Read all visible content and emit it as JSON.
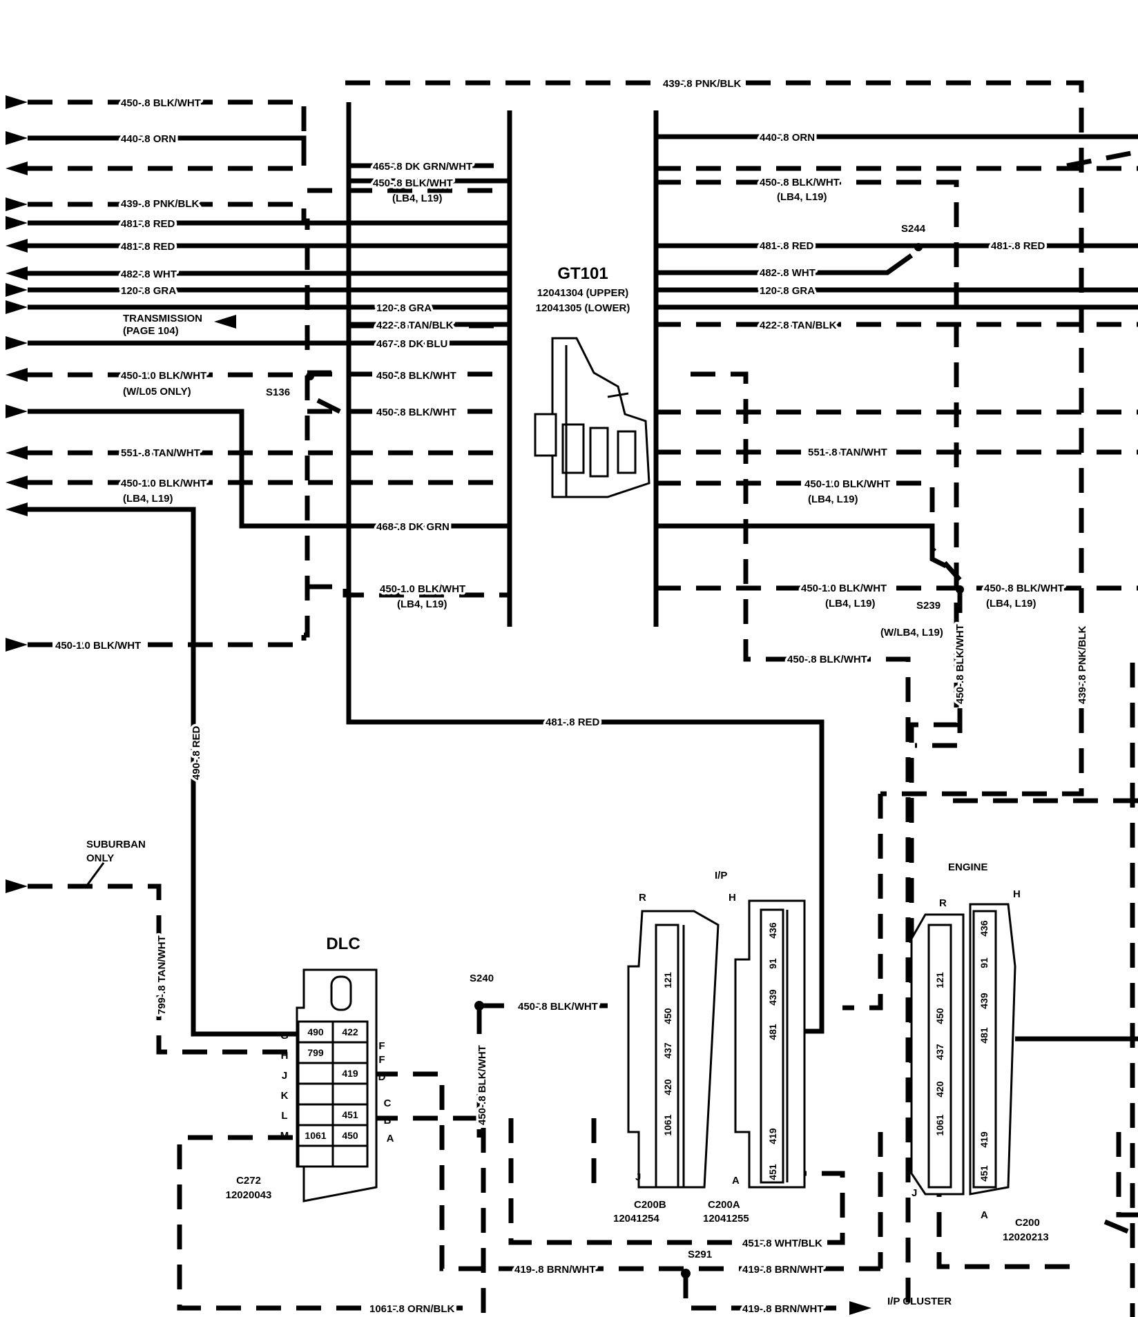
{
  "gt101": {
    "title": "GT101",
    "upper": "12041304 (UPPER)",
    "lower": "12041305 (LOWER)"
  },
  "left_wires": [
    "450-.8 BLK/WHT",
    "440-.8 ORN",
    "439-.8 PNK/BLK",
    "481-.8 RED",
    "481-.8 RED",
    "482-.8 WHT",
    "120-.8 GRA",
    "450-1.0 BLK/WHT",
    "(W/L05 ONLY)",
    "551-.8 TAN/WHT",
    "450-1.0 BLK/WHT",
    "(LB4, L19)",
    "450-1.0 BLK/WHT"
  ],
  "transmission": {
    "line1": "TRANSMISSION",
    "line2": "(PAGE 104)"
  },
  "mid_wires": [
    "465-.8 DK GRN/WHT",
    "450-.8 BLK/WHT",
    "(LB4, L19)",
    "120-.8 GRA",
    "422-.8 TAN/BLK",
    "467-.8 DK BLU",
    "450-.8 BLK/WHT",
    "450-.8 BLK/WHT",
    "468-.8 DK GRN",
    "450-1.0 BLK/WHT",
    "(LB4, L19)"
  ],
  "right_wires": [
    "439-.8 PNK/BLK",
    "440-.8 ORN",
    "450-.8 BLK/WHT",
    "(LB4, L19)",
    "481-.8 RED",
    "481-.8 RED",
    "482-.8 WHT",
    "120-.8 GRA",
    "422-.8 TAN/BLK",
    "551-.8 TAN/WHT",
    "450-1.0 BLK/WHT",
    "(LB4, L19)",
    "450-1.0 BLK/WHT",
    "(LB4, L19)",
    "450-.8 BLK/WHT",
    "(LB4, L19)",
    "(W/LB4, L19)",
    "450-.8 BLK/WHT",
    "450-.8 BLK/WHT",
    "439-.8 PNK/BLK",
    "481-.8 RED"
  ],
  "splices": {
    "s136": "S136",
    "s244": "S244",
    "s239": "S239",
    "s240": "S240",
    "s291": "S291"
  },
  "lower_wires": {
    "red_490": "490-.8 RED",
    "suburban1": "SUBURBAN",
    "suburban2": "ONLY",
    "tan_799": "799-.8 TAN/WHT",
    "blk_s240": "450-.8 BLK/WHT",
    "blk_s240_vert": "450-.8 BLK/WHT",
    "wht_451": "451-.8 WHT/BLK",
    "brn_419a": "419-.8 BRN/WHT",
    "brn_419b": "419-.8 BRN/WHT",
    "brn_419c": "419-.8 BRN/WHT",
    "orn_1061": "1061-.8 ORN/BLK",
    "ip_cluster": "I/P CLUSTER"
  },
  "dlc": {
    "title": "DLC",
    "part": "C272",
    "number": "12020043",
    "cells": [
      "490",
      "422",
      "799",
      "",
      "",
      "419",
      "",
      "",
      "",
      "451",
      "1061",
      "450"
    ],
    "left_pins": [
      "G",
      "H",
      "J",
      "K",
      "L",
      "M"
    ],
    "right_pins": [
      "F",
      "F",
      "D",
      "C",
      "B",
      "A"
    ]
  },
  "c200b": {
    "part": "C200B",
    "number": "12041254",
    "top": "R",
    "bottom": "J",
    "pins": [
      "121",
      "450",
      "437",
      "420",
      "1061"
    ]
  },
  "c200a": {
    "part": "C200A",
    "number": "12041255",
    "top": "H",
    "bottom": "A",
    "pins": [
      "436",
      "91",
      "439",
      "481",
      "419",
      "451"
    ]
  },
  "c200": {
    "part": "C200",
    "number": "12020213",
    "pins_left": [
      "121",
      "450",
      "437",
      "420",
      "1061"
    ],
    "pins_right": [
      "436",
      "91",
      "439",
      "481",
      "419",
      "451"
    ],
    "top_left": "R",
    "top_right": "H",
    "bottom_left": "J",
    "bottom_right": "A"
  },
  "labels": {
    "ip": "I/P",
    "engine": "ENGINE"
  }
}
